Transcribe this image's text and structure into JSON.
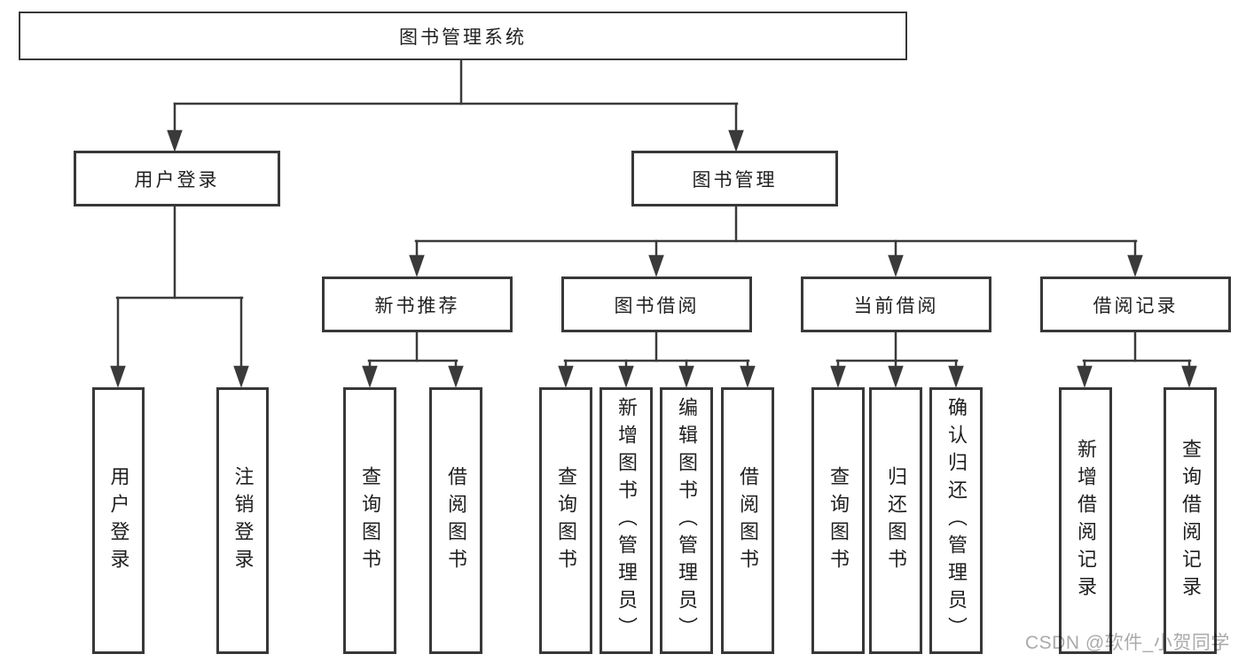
{
  "diagram": {
    "title": "图书管理系统",
    "type": "hierarchy-tree",
    "colors": {
      "background": "#ffffff",
      "line": "#3a3a3a",
      "border": "#383838",
      "text": "#1f1f1f",
      "watermark": "#aaaaaa"
    },
    "nodes": {
      "root": {
        "label": "图书管理系统"
      },
      "user_login": {
        "label": "用户登录"
      },
      "book_mgmt": {
        "label": "图书管理"
      },
      "new_book_rec": {
        "label": "新书推荐"
      },
      "book_borrow": {
        "label": "图书借阅"
      },
      "current_borrow": {
        "label": "当前借阅"
      },
      "borrow_record": {
        "label": "借阅记录"
      },
      "leaf_user_login": {
        "label": "用户登录"
      },
      "leaf_logout": {
        "label": "注销登录"
      },
      "leaf_rec_query": {
        "label": "查询图书"
      },
      "leaf_rec_borrow": {
        "label": "借阅图书"
      },
      "leaf_bb_query": {
        "label": "查询图书"
      },
      "leaf_bb_add": {
        "label": "新增图书（管理员）"
      },
      "leaf_bb_edit": {
        "label": "编辑图书（管理员）"
      },
      "leaf_bb_borrow": {
        "label": "借阅图书"
      },
      "leaf_cb_query": {
        "label": "查询图书"
      },
      "leaf_cb_return": {
        "label": "归还图书"
      },
      "leaf_cb_confirm": {
        "label": "确认归还（管理员）"
      },
      "leaf_br_add": {
        "label": "新增借阅记录"
      },
      "leaf_br_query": {
        "label": "查询借阅记录"
      }
    },
    "structure": [
      {
        "parent": "图书管理系统",
        "children": [
          "用户登录",
          "图书管理"
        ]
      },
      {
        "parent": "用户登录",
        "children": [
          "用户登录",
          "注销登录"
        ]
      },
      {
        "parent": "图书管理",
        "children": [
          "新书推荐",
          "图书借阅",
          "当前借阅",
          "借阅记录"
        ]
      },
      {
        "parent": "新书推荐",
        "children": [
          "查询图书",
          "借阅图书"
        ]
      },
      {
        "parent": "图书借阅",
        "children": [
          "查询图书",
          "新增图书（管理员）",
          "编辑图书（管理员）",
          "借阅图书"
        ]
      },
      {
        "parent": "当前借阅",
        "children": [
          "查询图书",
          "归还图书",
          "确认归还（管理员）"
        ]
      },
      {
        "parent": "借阅记录",
        "children": [
          "新增借阅记录",
          "查询借阅记录"
        ]
      }
    ],
    "watermark": "CSDN @软件_小贺同学"
  }
}
